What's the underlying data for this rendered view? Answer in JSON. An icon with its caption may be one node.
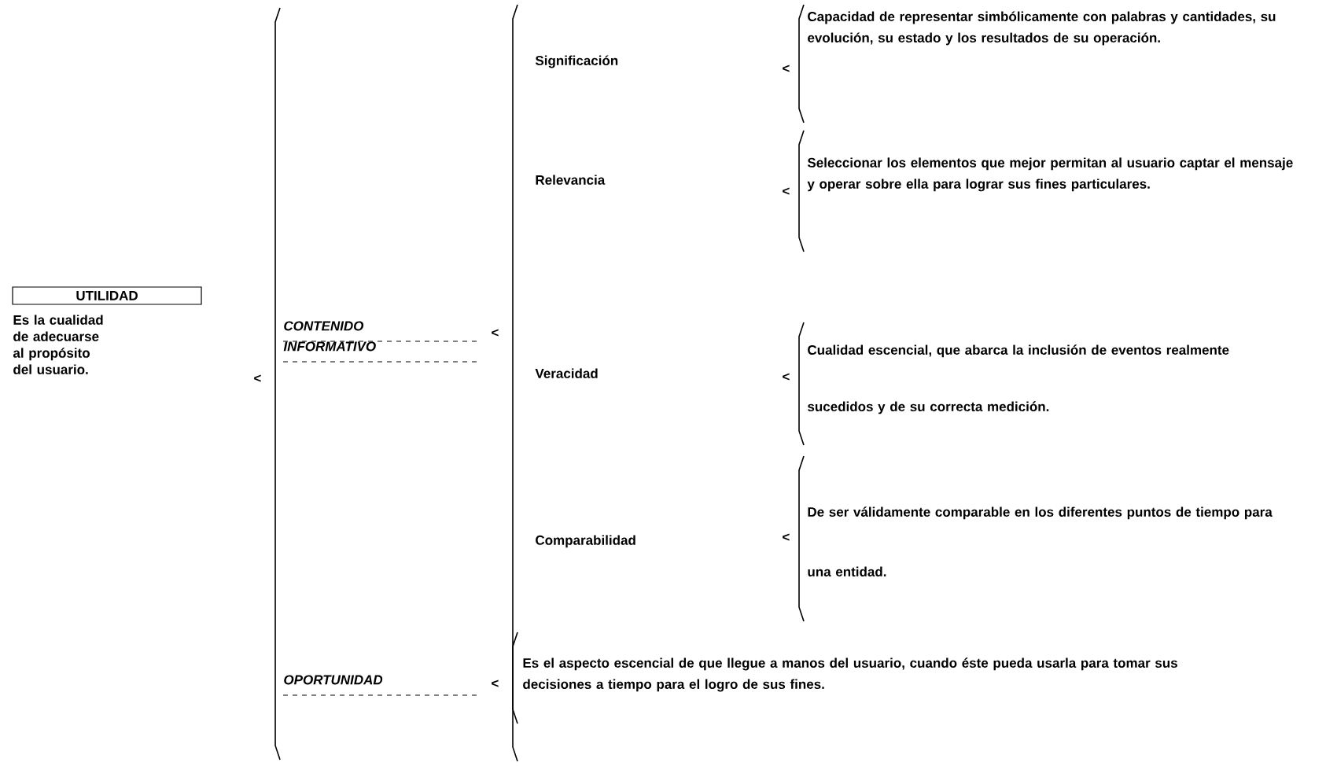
{
  "diagram": {
    "nodes": [
      {
        "text": [
          "UTILIDAD"
        ],
        "beside": [
          "Es la cualidad de adecuarse al propósito del usuario."
        ]
      }
    ],
    "labels": [
      "<",
      "CONTENIDO INFORMATIVO",
      "<",
      "Significación",
      "<",
      "Capacidad de representar simbólicamente con palabras y cantidades, su evolución, su estado y los resultados de su operación.",
      "Relevancia",
      "<",
      "Seleccionar los elementos que mejor permitan al usuario captar el mensaje y operar sobre ella para lograr sus fines particulares.",
      "Veracidad",
      "<",
      "Cualidad escencial, que abarca la inclusión de eventos realmente sucedidos y de su correcta medición.",
      "Comparabilidad",
      "<",
      "De ser válidamente comparable en los diferentes puntos de tiempo para una entidad.",
      "OPORTUNIDAD",
      "<",
      "Es el aspecto escencial de que llegue a manos del usuario, cuando éste pueda usarla para tomar sus decisiones a tiempo para el logro de sus fines."
    ]
  }
}
